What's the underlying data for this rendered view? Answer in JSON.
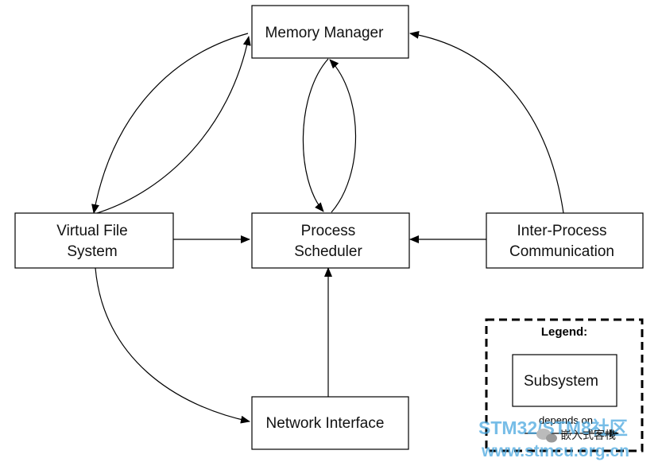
{
  "nodes": {
    "memory_manager": "Memory Manager",
    "virtual_file_system": [
      "Virtual File",
      "System"
    ],
    "process_scheduler": [
      "Process",
      "Scheduler"
    ],
    "inter_process_communication": [
      "Inter-Process",
      "Communication"
    ],
    "network_interface": "Network Interface"
  },
  "legend": {
    "title": "Legend:",
    "subsystem_label": "Subsystem",
    "arrow_label": "depends on"
  },
  "watermark": {
    "site_text": "STM32/STM8社区",
    "url_text": "www.stmcu.org.cn",
    "account_text": "嵌入式客栈"
  },
  "edges": [
    {
      "from": "memory_manager",
      "to": "virtual_file_system"
    },
    {
      "from": "virtual_file_system",
      "to": "memory_manager"
    },
    {
      "from": "memory_manager",
      "to": "process_scheduler"
    },
    {
      "from": "process_scheduler",
      "to": "memory_manager"
    },
    {
      "from": "inter_process_communication",
      "to": "memory_manager"
    },
    {
      "from": "virtual_file_system",
      "to": "process_scheduler"
    },
    {
      "from": "inter_process_communication",
      "to": "process_scheduler"
    },
    {
      "from": "network_interface",
      "to": "process_scheduler"
    },
    {
      "from": "virtual_file_system",
      "to": "network_interface"
    }
  ]
}
